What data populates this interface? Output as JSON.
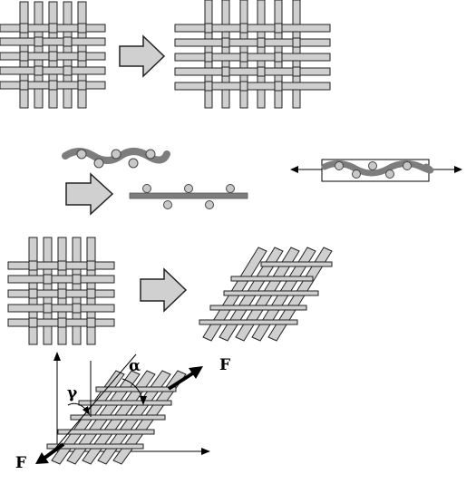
{
  "labels": {
    "force_top": "F",
    "force_bottom": "F",
    "angle_alpha": "α",
    "angle_gamma": "γ"
  },
  "colors": {
    "yarn_fill": "#cfcfcf",
    "yarn_stroke": "#222222",
    "arrow_fill": "#d0d0d0",
    "dark_yarn": "#7d7d7d",
    "fiber_circle": "#c8c8c8",
    "line": "#000000"
  },
  "panels": [
    {
      "name": "plain-weave-before-1"
    },
    {
      "name": "plain-weave-straightened"
    },
    {
      "name": "crimped-yarn-cross-section"
    },
    {
      "name": "straightened-yarn-cross-section"
    },
    {
      "name": "tensioned-yarn-cross-section"
    },
    {
      "name": "plain-weave-before-2"
    },
    {
      "name": "sheared-weave"
    },
    {
      "name": "sheared-weave-with-forces"
    }
  ],
  "icons": [
    "right-block-arrow-icon",
    "double-headed-arrow-icon",
    "force-arrow-icon"
  ]
}
